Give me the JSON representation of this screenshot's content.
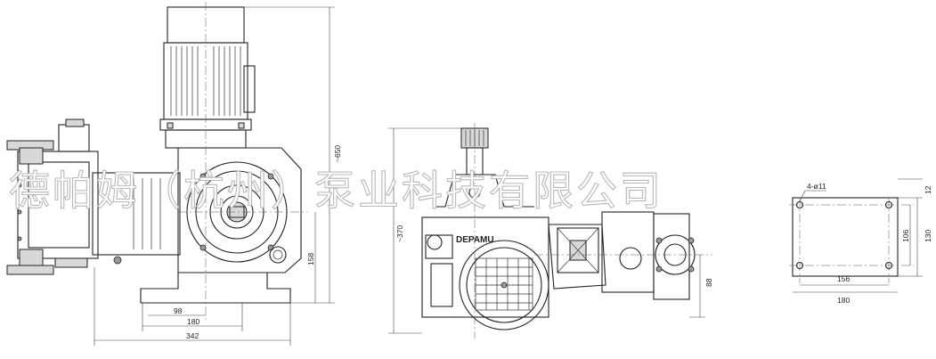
{
  "watermark": {
    "text": "德帕姆（杭州）泵业科技有限公司"
  },
  "labels": {
    "brand": "DEPAMU"
  },
  "front_view": {
    "dims": {
      "overall_width": "342",
      "foot_width": "180",
      "foot_half": "98",
      "shaft_height": "158",
      "overall_height": "~650"
    }
  },
  "side_view": {
    "dims": {
      "overall_height": "~370",
      "flange_height": "88"
    }
  },
  "base_plan": {
    "dims": {
      "hole_spec": "4-ø11",
      "width": "180",
      "hole_pitch_x": "156",
      "depth": "130",
      "hole_pitch_y": "106",
      "edge_offset": "12"
    }
  }
}
